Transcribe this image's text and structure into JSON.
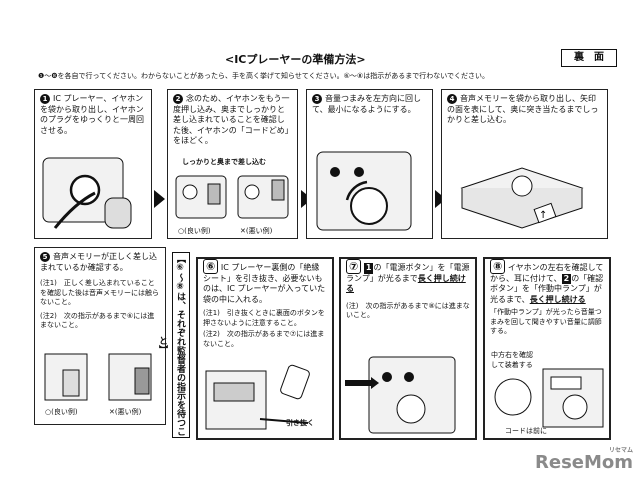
{
  "header": {
    "title": "<ICプレーヤーの準備方法>",
    "side_label": "裏　面",
    "instruction": "❶〜❽を各自で行ってください。わからないことがあったら、手を高く挙げて知らせてください。⑥〜⑧は指示があるまで行わないでください。"
  },
  "steps": {
    "s1": {
      "num": "1",
      "text": "IC プレーヤー、イヤホンを袋から取り出し、イヤホンのプラグをゆっくりと一周回させる。"
    },
    "s2": {
      "num": "2",
      "text": "念のため、イヤホンをもう一度押し込み、奥までしっかりと差し込まれていることを確認した後、イヤホンの「コードどめ」をほどく。",
      "figure_caption": "しっかりと奥まで差し込む",
      "good": "(良い例)",
      "bad": "(悪い例)"
    },
    "s3": {
      "num": "3",
      "text": "音量つまみを左方向に回して、最小になるようにする。"
    },
    "s4": {
      "num": "4",
      "text": "音声メモリーを袋から取り出し、矢印の面を表にして、奥に突き当たるまでしっかりと差し込む。"
    },
    "s5": {
      "num": "5",
      "text": "音声メモリーが正しく差し込まれているか確認する。",
      "note1": "(注1)　正しく差し込まれていることを確認した後は音声メモリーには触らないこと。",
      "note2": "(注2)　次の指示があるまで⑥には進まないこと。",
      "good": "(良い例)",
      "bad": "(悪い例)"
    },
    "vertical": "【⑥〜⑧は、それぞれ監督者の指示を待つこと】",
    "s6": {
      "num": "⑥",
      "text": "IC プレーヤー裏側の「絶縁シート」を引き抜き、必要ないものは、IC プレーヤーが入っていた袋の中に入れる。",
      "note1": "(注1)　引き抜くときに裏面のボタンを押さないように注意すること。",
      "note2": "(注2)　次の指示があるまで⑦には進まないこと。",
      "pull": "引き抜く"
    },
    "s7": {
      "num": "⑦",
      "box": "1",
      "text_a": "の「電源ボタン」を「電源ランプ」が光るまで",
      "text_b": "長く押し続ける",
      "note": "(注)　次の指示があるまで⑧には進まないこと。"
    },
    "s8": {
      "num": "⑧",
      "text_a": "イヤホンの左右を確認してから、耳に付けて、",
      "box": "2",
      "text_b": "の「確認ボタン」を「作動中ランプ」が光るまで、",
      "text_c": "長く押し続ける",
      "text_d": "「作動中ランプ」が光ったら音量つまみを回して聞きやすい音量に調節する。",
      "label1": "中方右を確認して装着する",
      "label2": "コードは前に"
    }
  },
  "watermark": {
    "brand": "ReseMom",
    "sub": "リセマム"
  }
}
